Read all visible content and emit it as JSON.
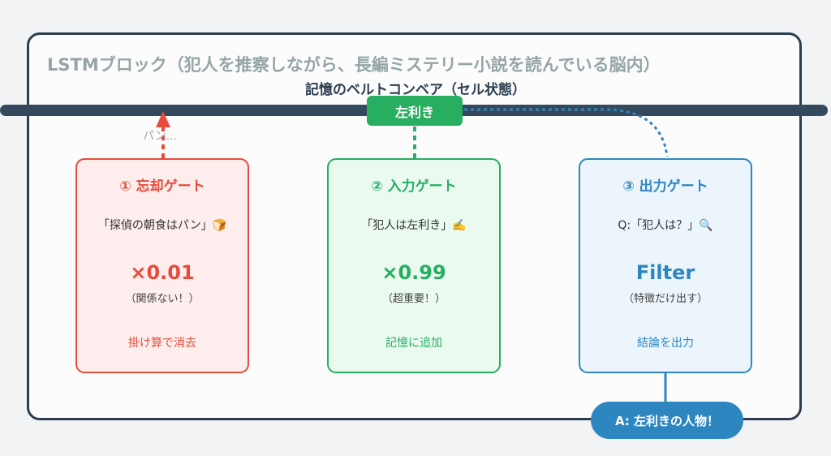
{
  "header": {
    "block_title": "LSTMブロック（犯人を推察しながら、長編ミステリー小説を読んでいる脳内）",
    "belt_label": "記憶のベルトコンベア（セル状態）"
  },
  "cell_state": {
    "token_label": "左利き",
    "faded_text": "パン..."
  },
  "gates": [
    {
      "title": "① 忘却ゲート",
      "body": "「探偵の朝食はパン」🍞",
      "value": "×0.01",
      "note": "（関係ない！）",
      "action": "掛け算で消去"
    },
    {
      "title": "② 入力ゲート",
      "body": "「犯人は左利き」✍️",
      "value": "×0.99",
      "note": "（超重要！）",
      "action": "記憶に追加"
    },
    {
      "title": "③ 出力ゲート",
      "body": "Q:「犯人は？」🔍",
      "value": "Filter",
      "note": "（特徴だけ出す）",
      "action": "結論を出力"
    }
  ],
  "answer": {
    "label": "A: 左利きの人物！"
  },
  "colors": {
    "frame": "#2c3e50",
    "belt": "#34495e",
    "forget": "#e74c3c",
    "forget_bg": "#fdedec",
    "input": "#27ae60",
    "input_bg": "#eafaf1",
    "output": "#2e86c1",
    "output_bg": "#ebf5fb",
    "muted_title": "#95a5a6"
  }
}
